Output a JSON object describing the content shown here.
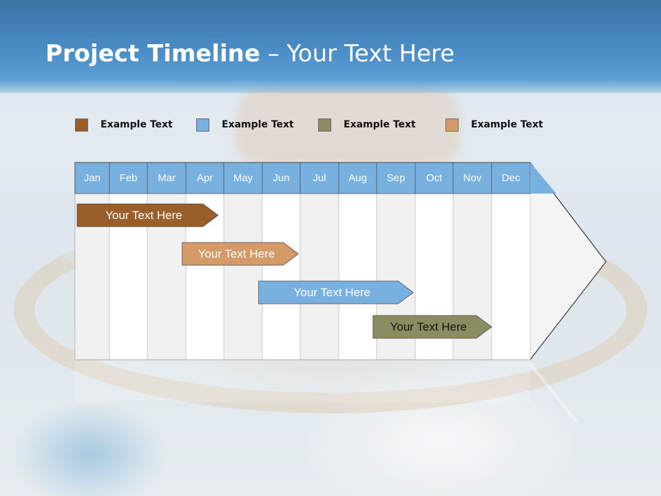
{
  "slide": {
    "title_bold": "Project Timeline",
    "title_rest": " – Your Text Here"
  },
  "legend": [
    {
      "label": "Example Text",
      "color": "#9a5e2a"
    },
    {
      "label": "Example Text",
      "color": "#78b0e0"
    },
    {
      "label": "Example Text",
      "color": "#8c8c62"
    },
    {
      "label": "Example Text",
      "color": "#d49a68"
    }
  ],
  "timeline": {
    "months": [
      "Jan",
      "Feb",
      "Mar",
      "Apr",
      "May",
      "Jun",
      "Jul",
      "Aug",
      "Sep",
      "Oct",
      "Nov",
      "Dec"
    ],
    "header_color": "#78b0e0",
    "tasks": [
      {
        "label": "Your  Text Here",
        "color": "#9a5e2a",
        "start_month": 1.0,
        "end_month": 4.85
      },
      {
        "label": "Your  Text Here",
        "color": "#d49a68",
        "start_month": 3.85,
        "end_month": 6.95
      },
      {
        "label": "Your  Text Here",
        "color": "#78b0e0",
        "start_month": 5.85,
        "end_month": 9.95
      },
      {
        "label": "Your  Text Here",
        "color": "#8c8c62",
        "start_month": 8.85,
        "end_month": 12.0
      }
    ]
  }
}
